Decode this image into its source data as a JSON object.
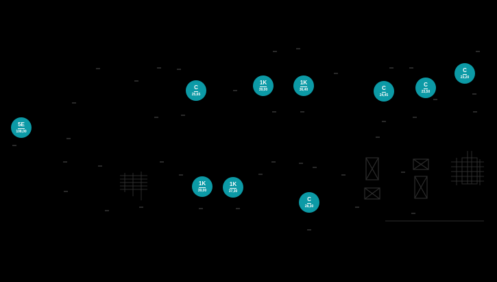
{
  "theme": {
    "background": "#000000",
    "marker_color": "#0c9aa6",
    "marker_text": "#ffffff"
  },
  "markers": [
    {
      "label": "5E",
      "price": "108,00"
    },
    {
      "label": "C",
      "price": "25,65"
    },
    {
      "label": "1K",
      "price": "39,00"
    },
    {
      "label": "1K",
      "price": "36,40"
    },
    {
      "label": "C",
      "price": "24,45"
    },
    {
      "label": "C",
      "price": "23,50"
    },
    {
      "label": "C",
      "price": "23,20"
    },
    {
      "label": "1K",
      "price": "39,00"
    },
    {
      "label": "1K",
      "price": "37,30"
    },
    {
      "label": "C",
      "price": "28,30"
    }
  ]
}
